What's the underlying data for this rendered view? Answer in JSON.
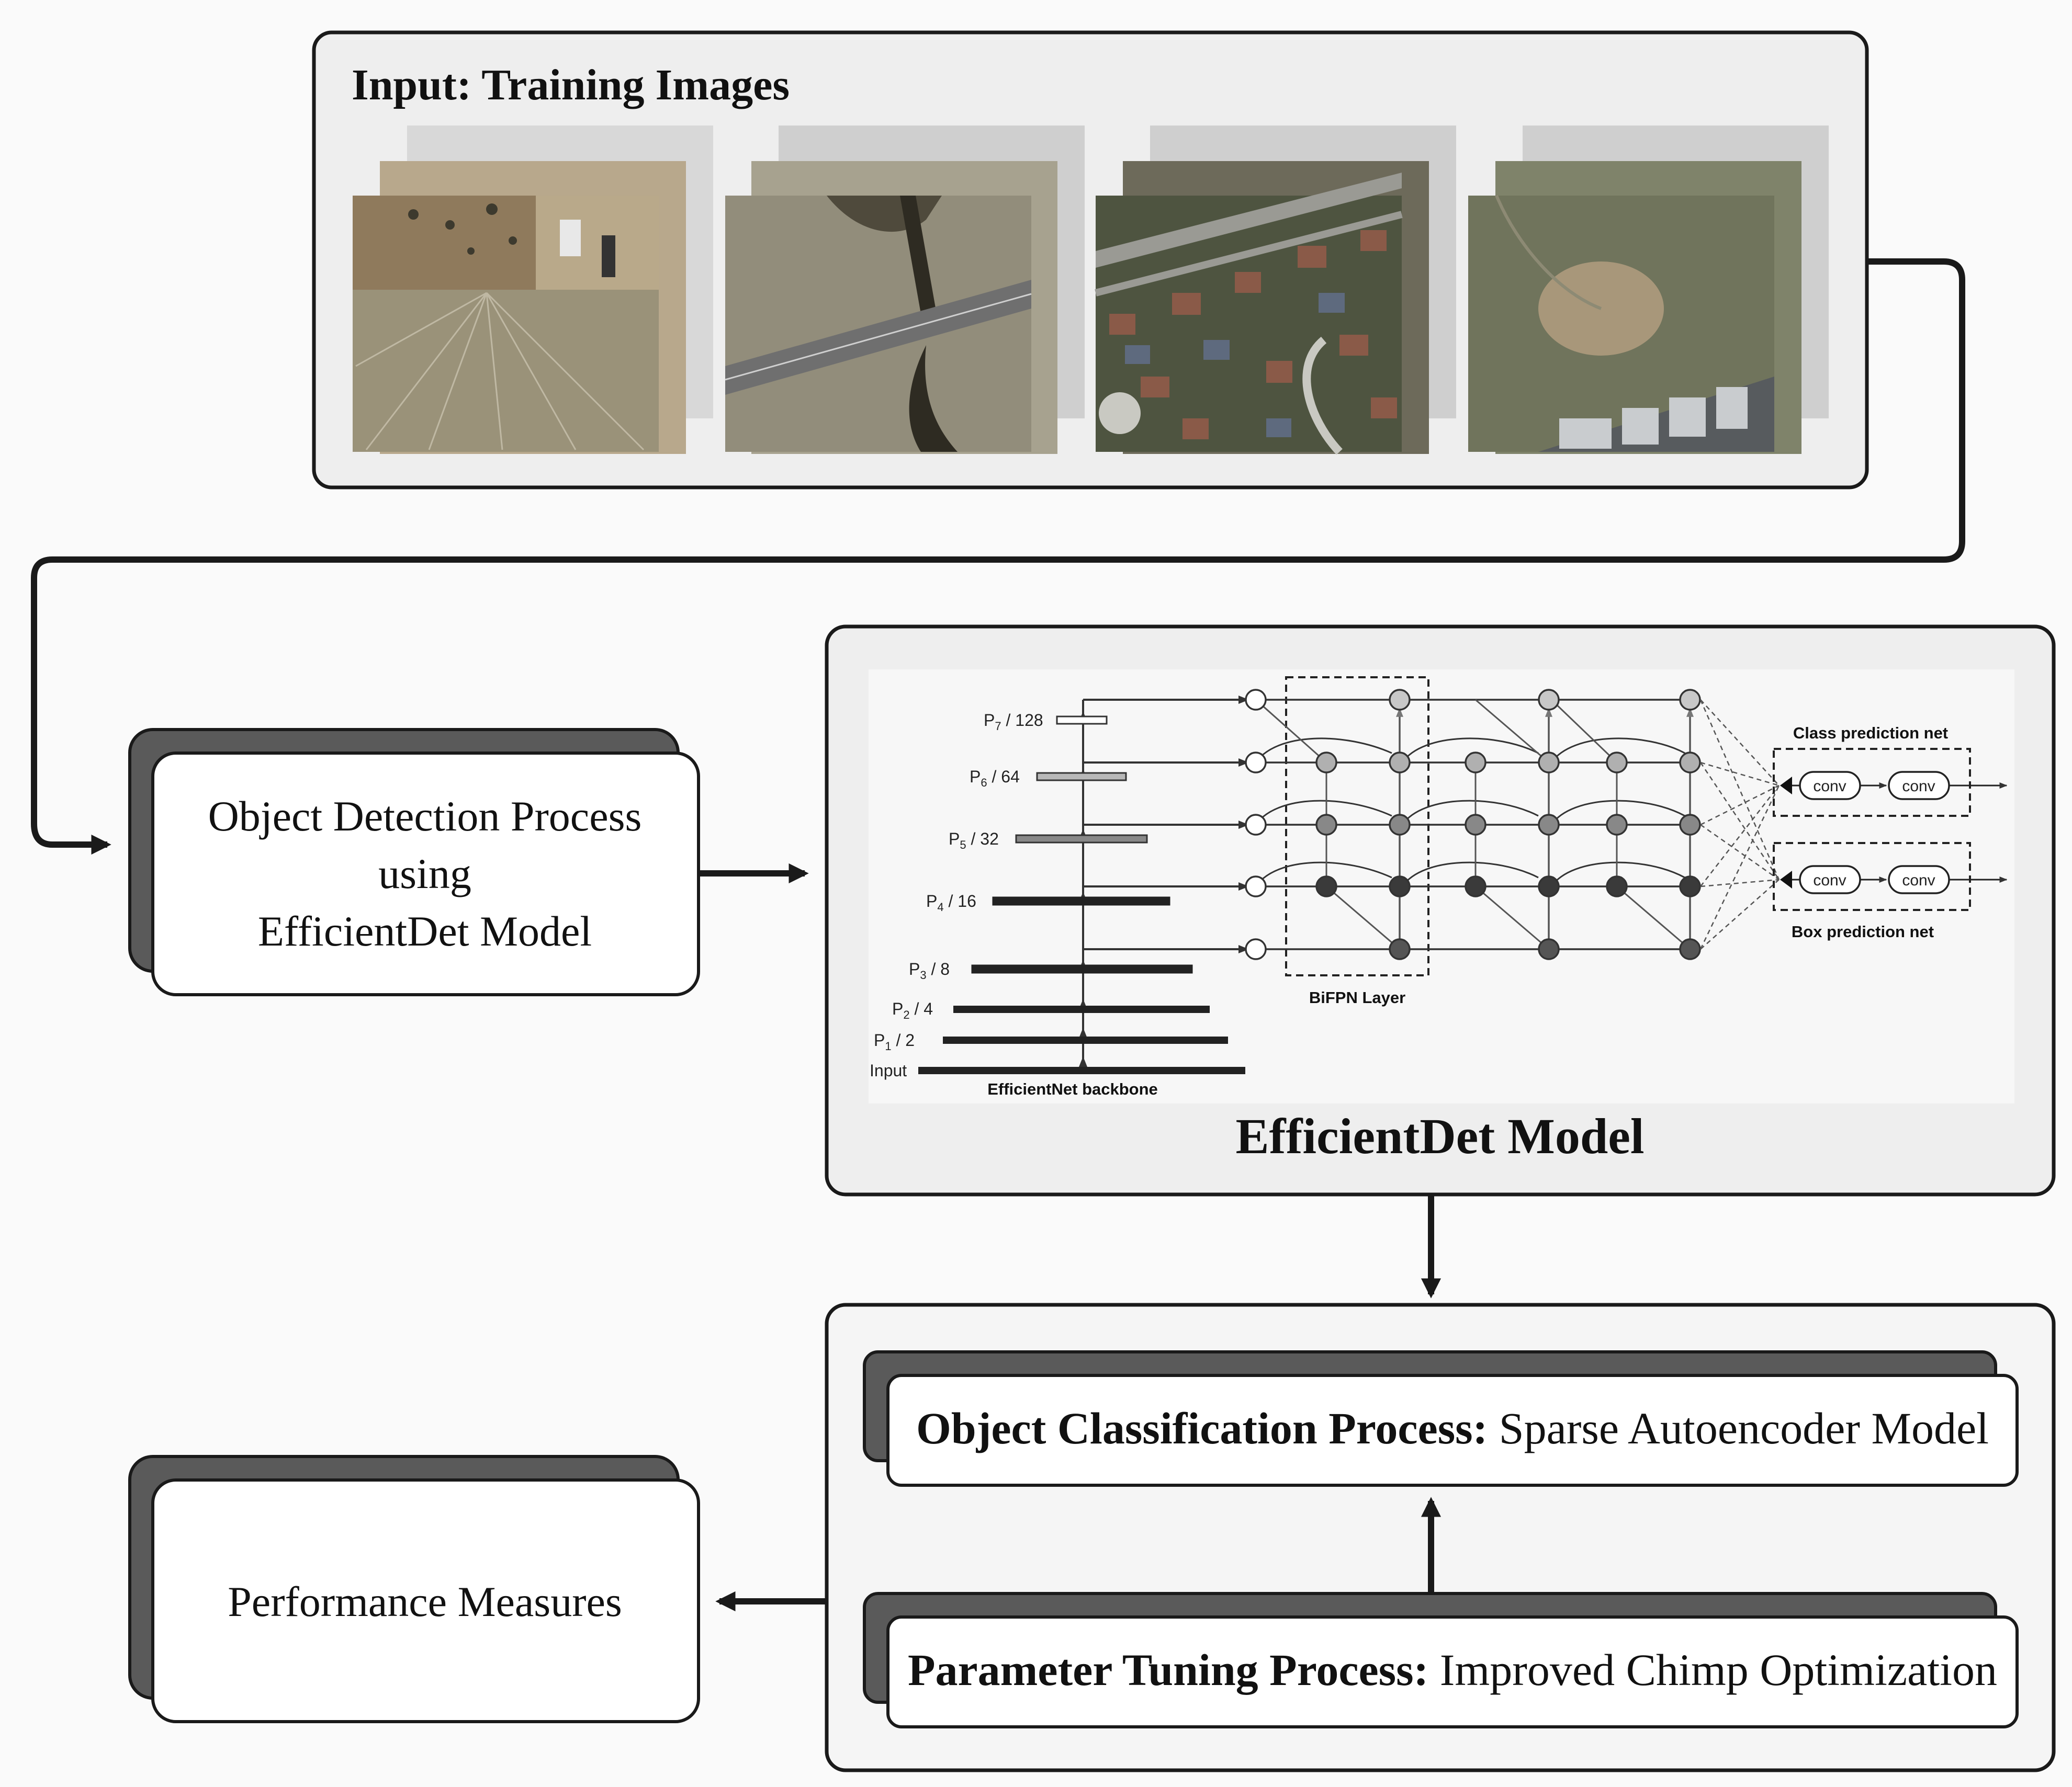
{
  "input_panel": {
    "title": "Input: Training Images",
    "thumbnails": [
      {
        "scene": "dry-field-with-trees-and-buildings"
      },
      {
        "scene": "wetland-with-road"
      },
      {
        "scene": "residential-neighborhood"
      },
      {
        "scene": "grassland-with-warehouses"
      }
    ]
  },
  "detection_box": {
    "lines": [
      "Object Detection Process",
      "using",
      "EfficientDet Model"
    ]
  },
  "efficientdet_panel": {
    "caption": "EfficientDet Model",
    "levels": [
      {
        "prefix": "P",
        "sub": "7",
        "suffix": " / 128"
      },
      {
        "prefix": "P",
        "sub": "6",
        "suffix": " / 64"
      },
      {
        "prefix": "P",
        "sub": "5",
        "suffix": " / 32"
      },
      {
        "prefix": "P",
        "sub": "4",
        "suffix": " / 16"
      },
      {
        "prefix": "P",
        "sub": "3",
        "suffix": " / 8"
      },
      {
        "prefix": "P",
        "sub": "2",
        "suffix": " / 4"
      },
      {
        "prefix": "P",
        "sub": "1",
        "suffix": " / 2"
      }
    ],
    "input_label": "Input",
    "backbone_label": "EfficientNet backbone",
    "bifpn_label": "BiFPN Layer",
    "class_net_label": "Class prediction net",
    "box_net_label": "Box prediction net",
    "conv_label": "conv"
  },
  "classification_box": {
    "bold": "Object Classification Process:",
    "normal": " Sparse Autoencoder Model"
  },
  "tuning_box": {
    "bold": "Parameter Tuning Process:",
    "normal": " Improved Chimp Optimization"
  },
  "performance_box": {
    "label": "Performance Measures"
  },
  "colors": {
    "panel_fill": "#eeeeee",
    "stroke": "#1a1a1a",
    "shadow": "#555555",
    "node_gray": "#b0b0b0",
    "node_dark": "#3a3a3a"
  }
}
